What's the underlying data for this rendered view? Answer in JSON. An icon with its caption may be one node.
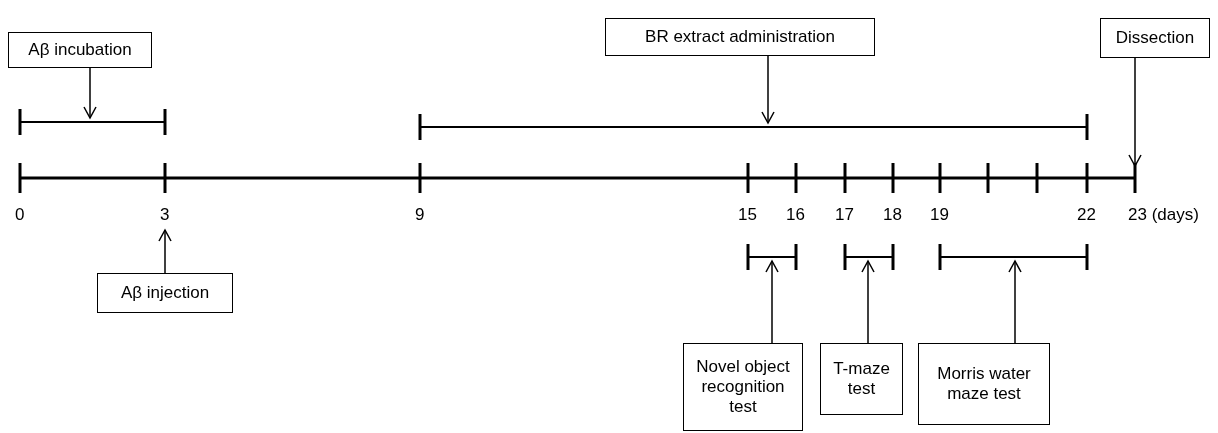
{
  "diagram": {
    "nodes": [
      {
        "text": [
          "Aβ incubation"
        ]
      },
      {
        "text": [
          "BR extract administration"
        ]
      },
      {
        "text": [
          "Dissection"
        ]
      },
      {
        "text": [],
        "shape": "bar"
      },
      {
        "text": [],
        "shape": "bar"
      },
      {
        "text": [
          "Aβ injection"
        ]
      },
      {
        "text": [],
        "shape": "bar"
      },
      {
        "text": [],
        "shape": "bar"
      },
      {
        "text": [],
        "shape": "bar"
      },
      {
        "text": [
          "Novel object recognition test"
        ]
      },
      {
        "text": [
          "T-maze test"
        ]
      },
      {
        "text": [
          "Morris water maze test"
        ]
      },
      {
        "text": [
          "3"
        ]
      }
    ],
    "edges": [
      {
        "from": 0,
        "to": 3,
        "arrow": "to"
      },
      {
        "from": 1,
        "to": 4,
        "arrow": "to"
      },
      {
        "from": 2,
        "to": null,
        "arrow": "to"
      },
      {
        "from": 5,
        "to": 12,
        "arrow": "to"
      },
      {
        "from": 9,
        "to": 6,
        "arrow": "to"
      },
      {
        "from": 10,
        "to": 7,
        "arrow": "to"
      },
      {
        "from": 11,
        "to": 8,
        "arrow": "to"
      }
    ],
    "labels": [
      "0",
      "9",
      "15",
      "16",
      "17",
      "18",
      "19",
      "22",
      "23 (days)"
    ]
  }
}
